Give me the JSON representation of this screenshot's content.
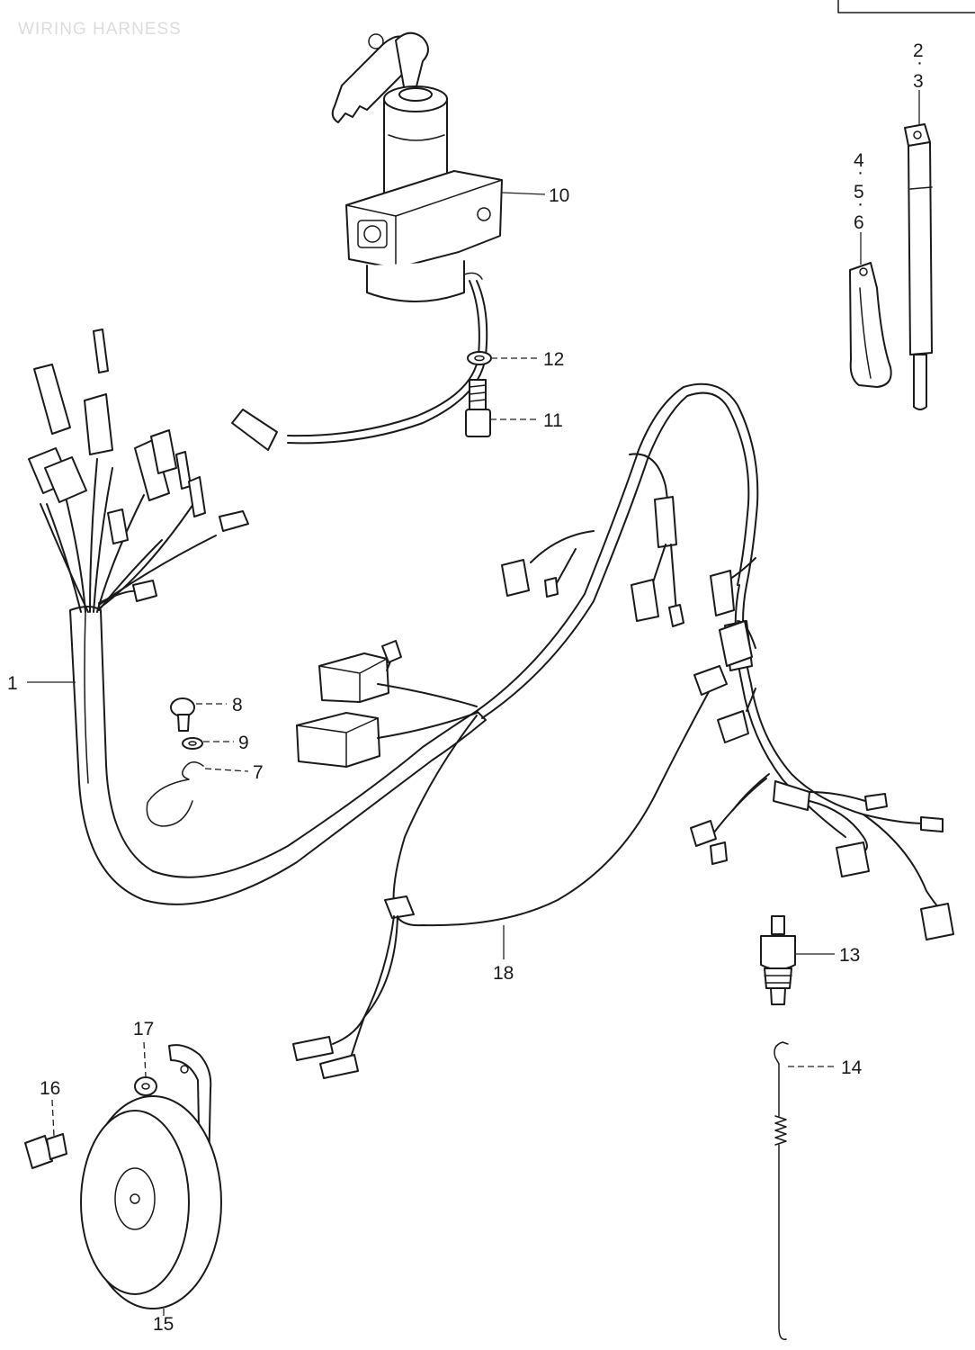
{
  "diagram": {
    "title": "WIRING HARNESS",
    "colors": {
      "ink": "#1a1a1a",
      "paper": "#ffffff",
      "faded_title": "#dcdcdc"
    },
    "callouts": [
      {
        "id": "c1",
        "label": "1",
        "part": "wiring-harness"
      },
      {
        "id": "c2",
        "label": "2",
        "part": "battery-cable"
      },
      {
        "id": "c3",
        "label": "3",
        "part": "battery-cable"
      },
      {
        "id": "c4",
        "label": "4",
        "part": "battery-lead"
      },
      {
        "id": "c5",
        "label": "5",
        "part": "battery-lead"
      },
      {
        "id": "c6",
        "label": "6",
        "part": "battery-lead"
      },
      {
        "id": "c7",
        "label": "7",
        "part": "wire-clamp"
      },
      {
        "id": "c8",
        "label": "8",
        "part": "screw"
      },
      {
        "id": "c9",
        "label": "9",
        "part": "washer"
      },
      {
        "id": "c10",
        "label": "10",
        "part": "ignition-switch"
      },
      {
        "id": "c11",
        "label": "11",
        "part": "bolt"
      },
      {
        "id": "c12",
        "label": "12",
        "part": "washer"
      },
      {
        "id": "c13",
        "label": "13",
        "part": "neutral-switch"
      },
      {
        "id": "c14",
        "label": "14",
        "part": "brake-light-spring"
      },
      {
        "id": "c15",
        "label": "15",
        "part": "horn"
      },
      {
        "id": "c16",
        "label": "16",
        "part": "horn-bolt"
      },
      {
        "id": "c17",
        "label": "17",
        "part": "horn-washer"
      },
      {
        "id": "c18",
        "label": "18",
        "part": "sub-harness"
      }
    ]
  }
}
